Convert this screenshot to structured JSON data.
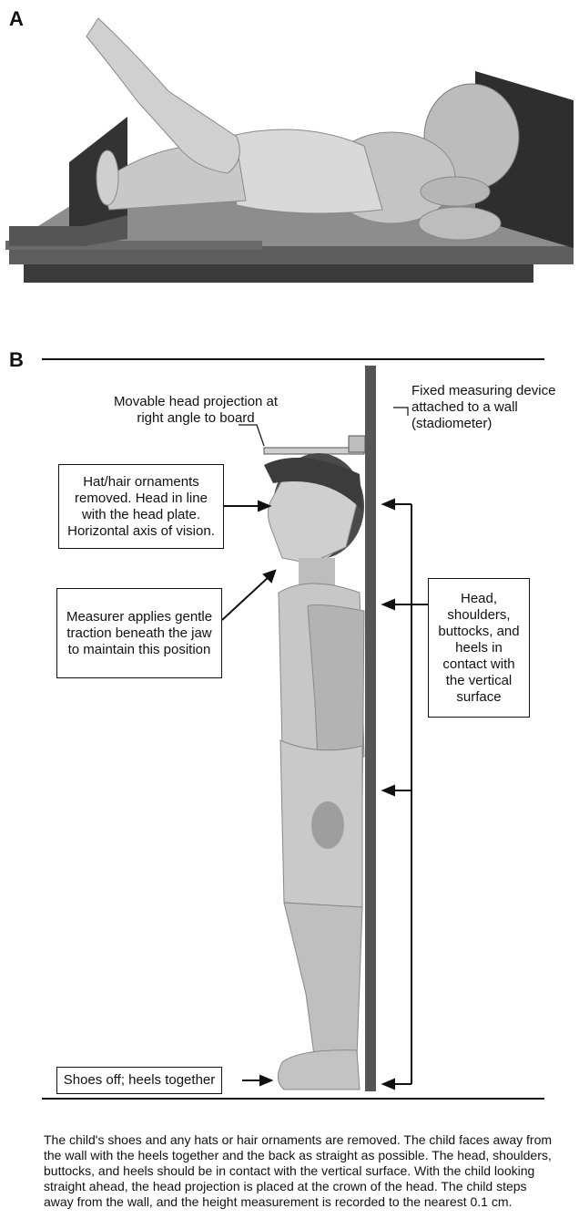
{
  "panel_a": {
    "letter": "A"
  },
  "panel_b": {
    "letter": "B",
    "labels": {
      "head_projection": "Movable head projection at right angle to board",
      "stadiometer": "Fixed measuring device attached to a wall (stadiometer)"
    },
    "callouts": {
      "hat_hair": "Hat/hair ornaments removed.  Head in line with the head plate. Horizontal axis of vision.",
      "measurer": "Measurer applies gentle traction beneath the jaw to maintain this position",
      "contact": "Head, shoulders, buttocks, and heels in contact with the vertical surface",
      "shoes": "Shoes off; heels together"
    },
    "caption": "The child's shoes and any hats or hair ornaments are removed.  The child faces away from the wall with the heels together and the back as straight as possible.  The head, shoulders, buttocks, and heels should be in contact with the vertical surface.  With the child looking straight ahead, the head projection is placed at the crown of the head. The child steps away from the wall, and the height measurement is recorded to the nearest 0.1 cm."
  },
  "colors": {
    "ink": "#111111",
    "board_dark": "#3a3a3a",
    "board_mid": "#8a8a8a",
    "skin": "#bdbdbd"
  }
}
